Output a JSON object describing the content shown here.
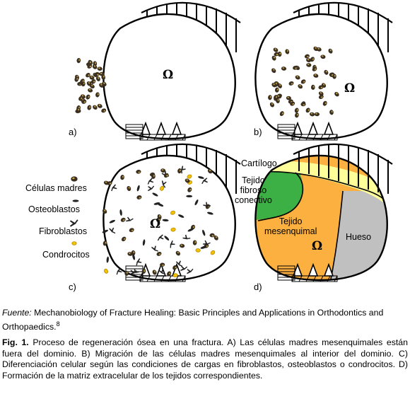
{
  "panels": {
    "a": {
      "label": "a)"
    },
    "b": {
      "label": "b)"
    },
    "c": {
      "label": "c)"
    },
    "d": {
      "label": "d)"
    }
  },
  "omega_symbol": "Ω",
  "legend": {
    "stem_cells": "Células madres",
    "osteoblasts": "Osteoblastos",
    "fibroblasts": "Fibroblastos",
    "chondrocytes": "Condrocitos"
  },
  "regions": {
    "cartilage": {
      "label": "Cartílogo",
      "color": "#ffff99"
    },
    "fibrous": {
      "label_lines": [
        "Tejido",
        "fibroso",
        "conectivo"
      ],
      "color": "#3cb044"
    },
    "mesenchymal": {
      "label_lines": [
        "Tejido",
        "mesenquimal"
      ],
      "color": "#fbb040"
    },
    "bone": {
      "label": "Hueso",
      "color": "#c0c0c0"
    }
  },
  "colors": {
    "cell_body": "#3b3020",
    "cell_highlight": "#c9a44a"
  },
  "source": {
    "prefix": "Fuente:",
    "text": " Mechanobiology of Fracture Healing: Basic Principles and Applications in Orthodontics and Orthopaedics.",
    "ref": "8"
  },
  "caption": {
    "bold": "Fig. 1.",
    "text": " Proceso de regeneración ósea en una fractura. A) Las células madres mesenquimales están fuera del dominio. B) Migración de las células madres mesenquimales al interior del dominio. C) Diferenciación celular según las condiciones de cargas en fibroblastos, osteoblastos o condrocitos. D) Formación de la matriz extracelular de los tejidos correspondientes."
  }
}
